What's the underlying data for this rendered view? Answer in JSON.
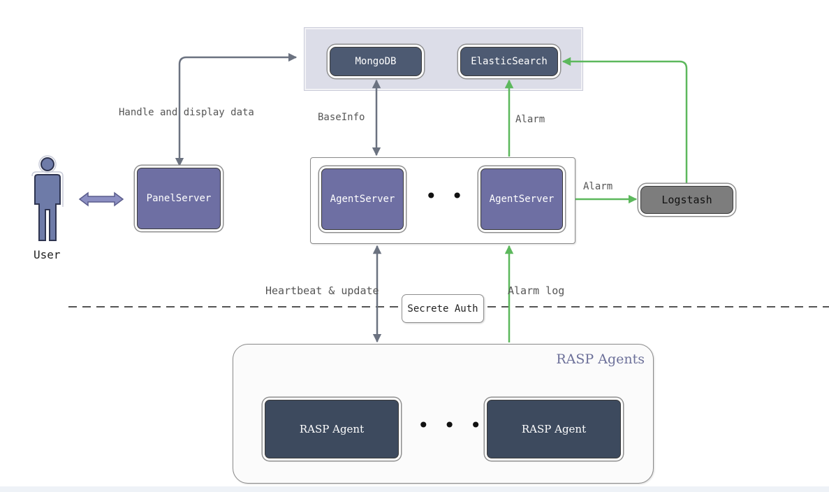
{
  "nodes": {
    "mongodb": "MongoDB",
    "elasticsearch": "ElasticSearch",
    "panel_server": "PanelServer",
    "agent_server_1": "AgentServer",
    "agent_server_2": "AgentServer",
    "logstash": "Logstash",
    "rasp_agent_1": "RASP Agent",
    "rasp_agent_2": "RASP Agent",
    "secrete_auth": "Secrete Auth",
    "user": "User"
  },
  "groups": {
    "rasp_agents": "RASP Agents"
  },
  "edges": {
    "panel_to_db": "Handle and display data",
    "mongo_to_agentserver": "BaseInfo",
    "agentserver_to_es": "Alarm",
    "agentserver_to_logstash": "Alarm",
    "agents_heartbeat": "Heartbeat & update",
    "agents_alarm_log": "Alarm log"
  },
  "ellipsis": "• • •",
  "colors": {
    "db_box": "#4d5a72",
    "server_box": "#6e6fa3",
    "agent_box": "#3d4a5e",
    "logstash_box": "#7d7d7d",
    "gray_arrow": "#6b7280",
    "green_arrow": "#5cb85c",
    "user_icon": "#6e7ba8"
  }
}
